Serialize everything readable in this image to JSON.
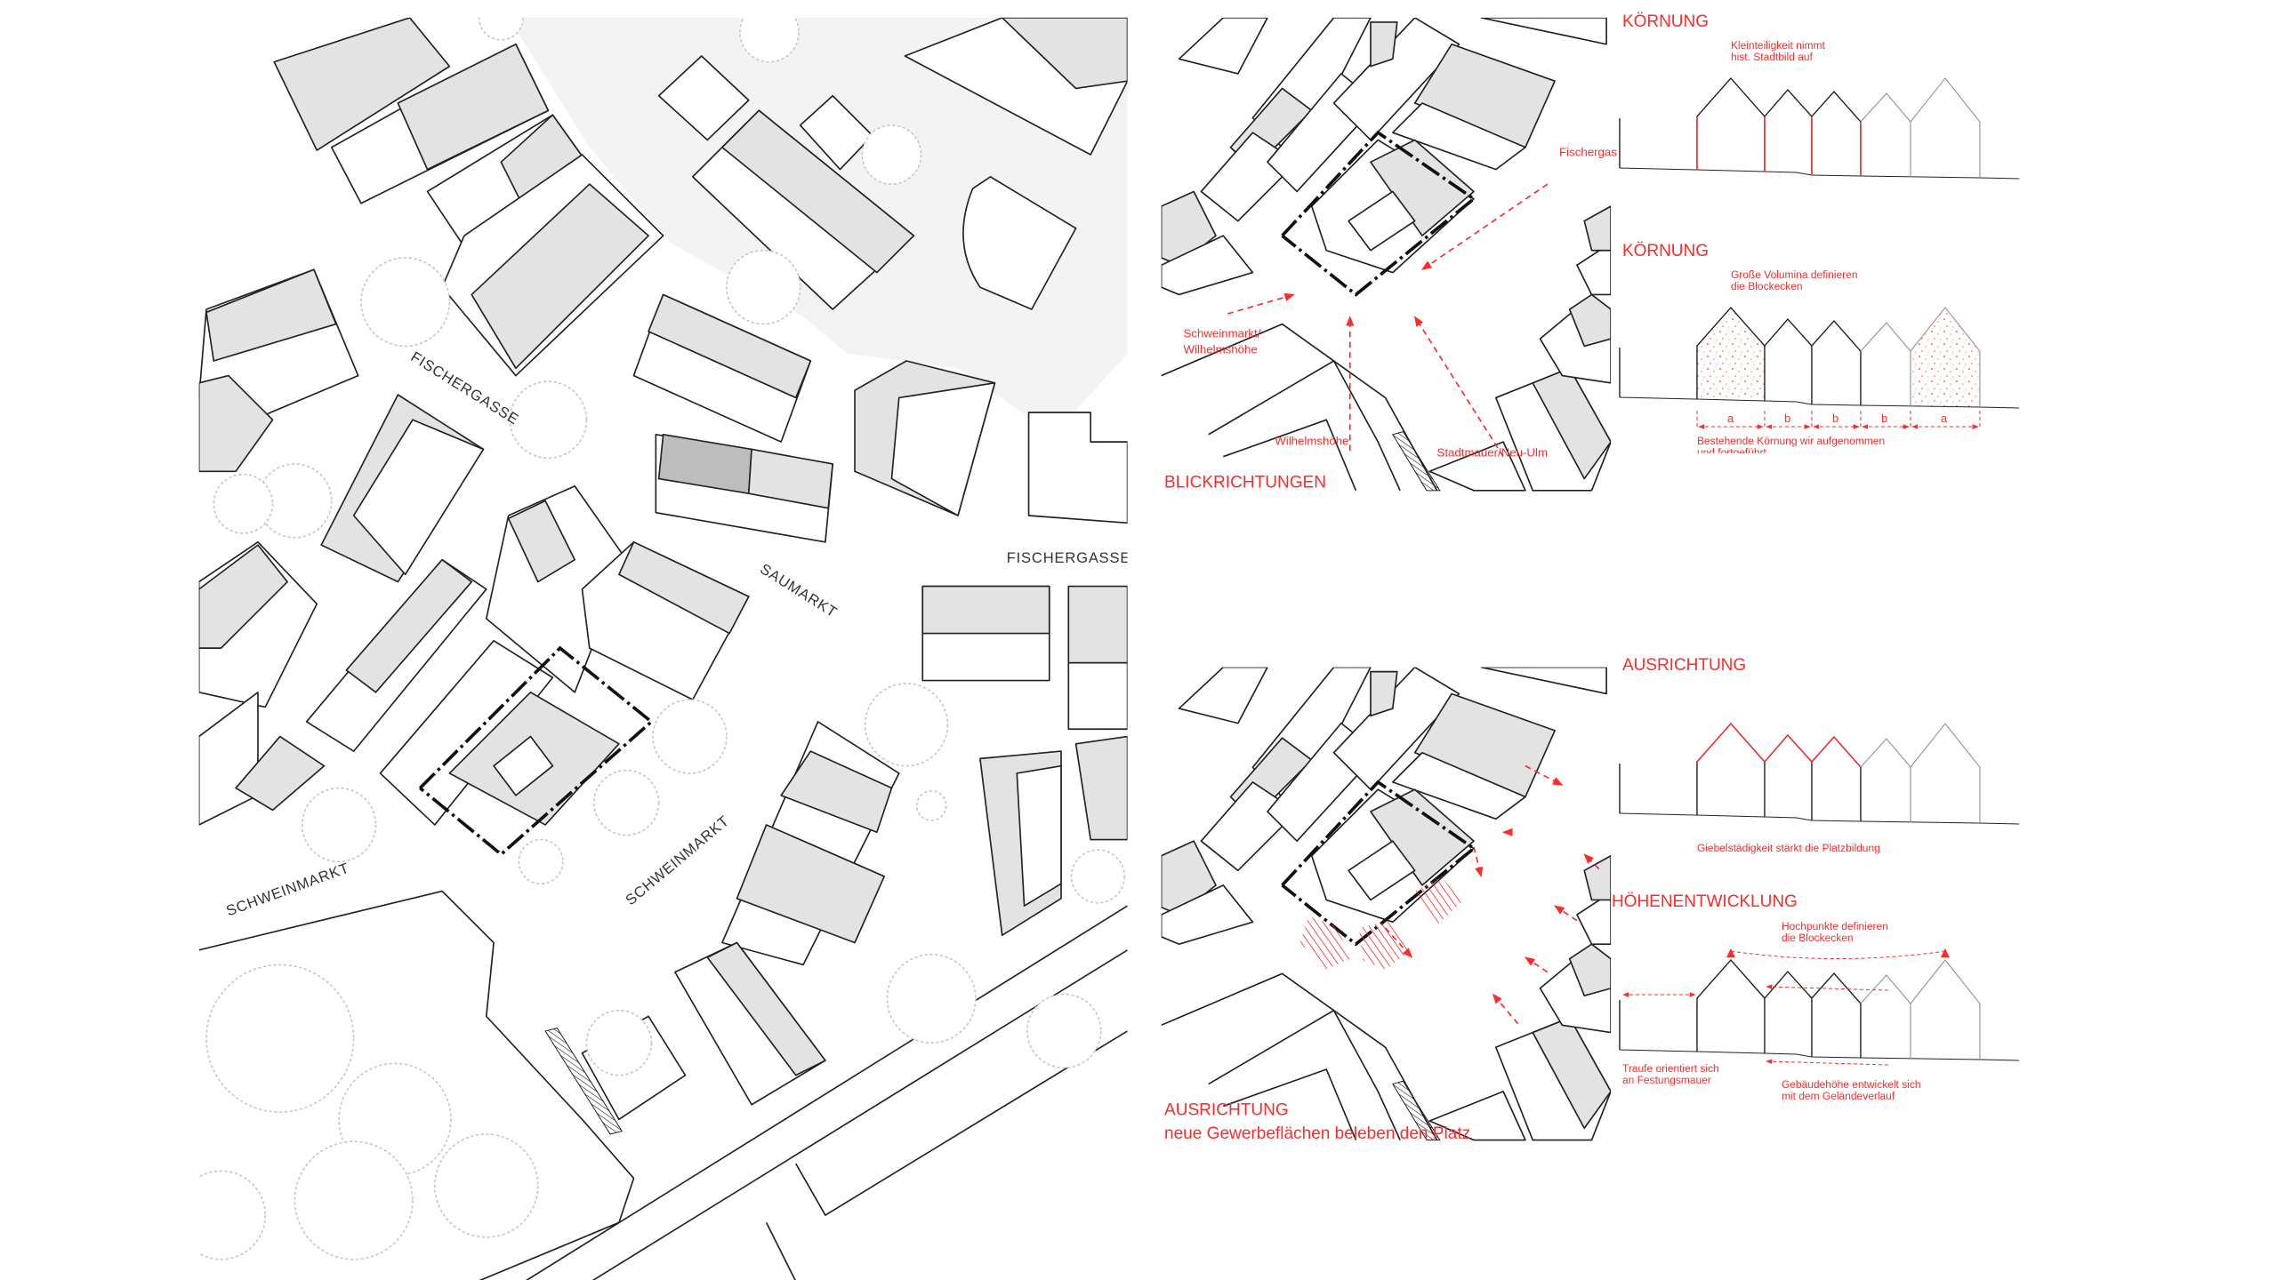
{
  "colors": {
    "accent_red": "#ff2a2a",
    "building_grey": "#e3e3e3",
    "line": "#222222"
  },
  "site_plan": {
    "street_labels": [
      "FISCHERGASSE",
      "SAUMARKT",
      "FISCHERGASSE",
      "SCHWEINMARKT",
      "SCHWEINMARKT"
    ]
  },
  "blickrichtungen": {
    "title": "BLICKRICHTUNGEN",
    "labels": {
      "fischergasse": "Fischergas",
      "schweinmarkt_line1": "Schweinmarkt/",
      "schweinmarkt_line2": "Wilhelmshöhe",
      "wilhelmshoehe": "Wilhelmshöhe",
      "stadtmauer": "Stadtmauer/Neu-Ulm"
    }
  },
  "ausrichtung_plan": {
    "title": "AUSRICHTUNG",
    "subtitle": "neue Gewerbeflächen beleben den Platz"
  },
  "diagrams": [
    {
      "title": "KÖRNUNG",
      "notes": [
        "Kleinteiligkeit nimmt",
        "hist. Stadtbild auf"
      ]
    },
    {
      "title": "KÖRNUNG",
      "notes": [
        "Große Volumina definieren",
        "die Blockecken"
      ],
      "dimension_labels": [
        "a",
        "b",
        "b",
        "b",
        "a"
      ],
      "footnote": [
        "Bestehende Körnung wir aufgenommen",
        "und fortgeführt"
      ]
    },
    {
      "title": "AUSRICHTUNG",
      "notes": [
        "Giebelstädigkeit stärkt die Platzbildung"
      ]
    },
    {
      "title": "HÖHENENTWICKLUNG",
      "notes": [
        "Hochpunkte definieren",
        "die Blockecken"
      ],
      "left_note": [
        "Traufe orientiert sich",
        "an Festungsmauer"
      ],
      "bottom_note": [
        "Gebäudehöhe entwickelt sich",
        "mit dem Geländeverlauf"
      ]
    }
  ]
}
